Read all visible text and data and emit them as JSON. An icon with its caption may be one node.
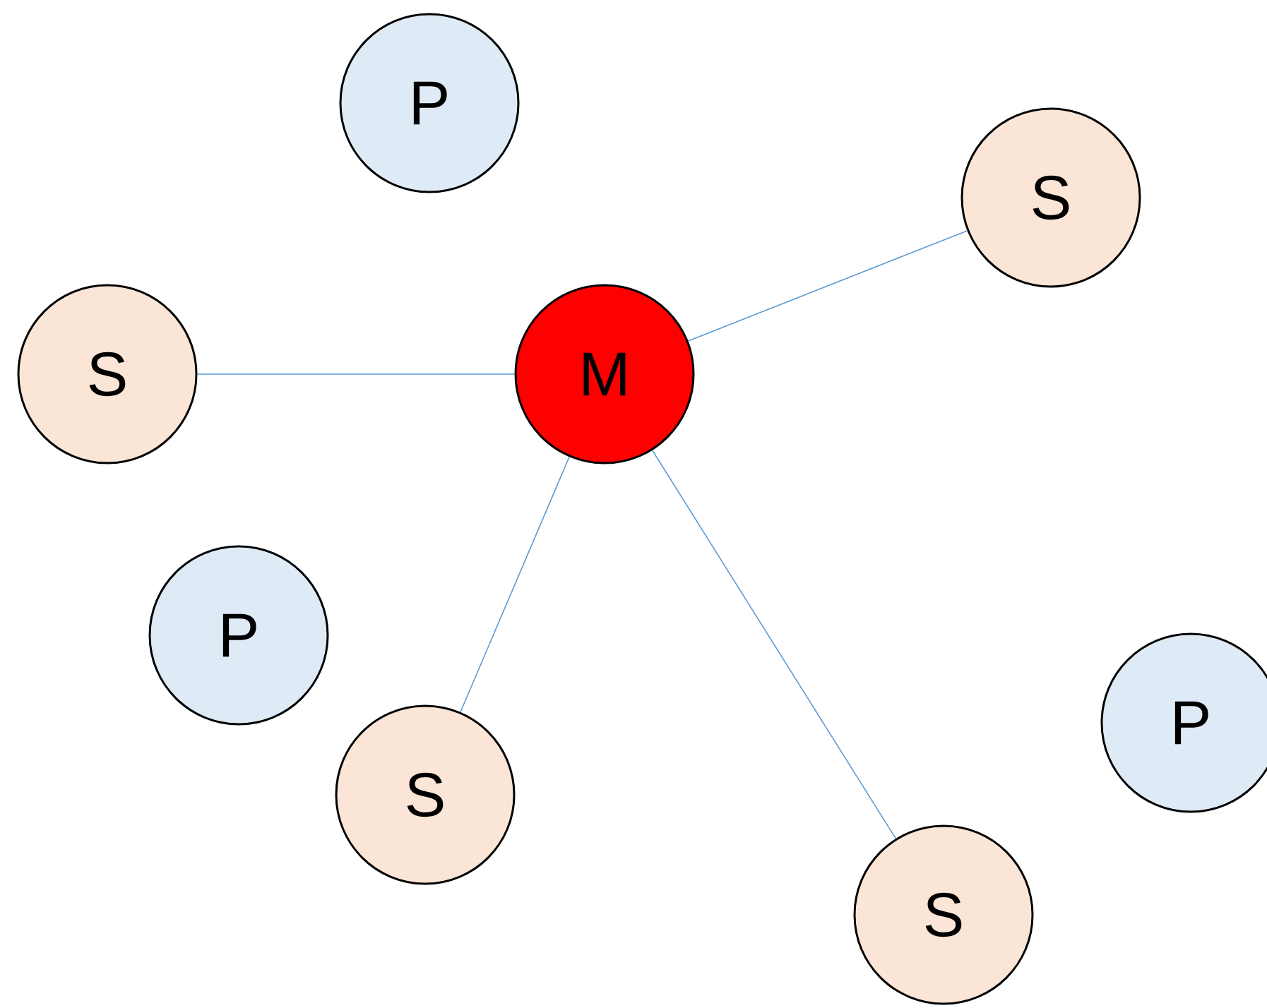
{
  "diagram": {
    "nodes": [
      {
        "text": [
          "P"
        ]
      },
      {
        "text": [
          "S"
        ]
      },
      {
        "text": [
          "S"
        ]
      },
      {
        "text": [
          "M"
        ]
      },
      {
        "text": [
          "P"
        ]
      },
      {
        "text": [
          "P"
        ]
      },
      {
        "text": [
          "S"
        ]
      },
      {
        "text": [
          "S"
        ]
      }
    ],
    "edges": [
      {
        "from": 3,
        "to": 1,
        "arrow": "none"
      },
      {
        "from": 3,
        "to": 2,
        "arrow": "none"
      },
      {
        "from": 3,
        "to": 6,
        "arrow": "none"
      },
      {
        "from": 3,
        "to": 7,
        "arrow": "none"
      }
    ]
  }
}
